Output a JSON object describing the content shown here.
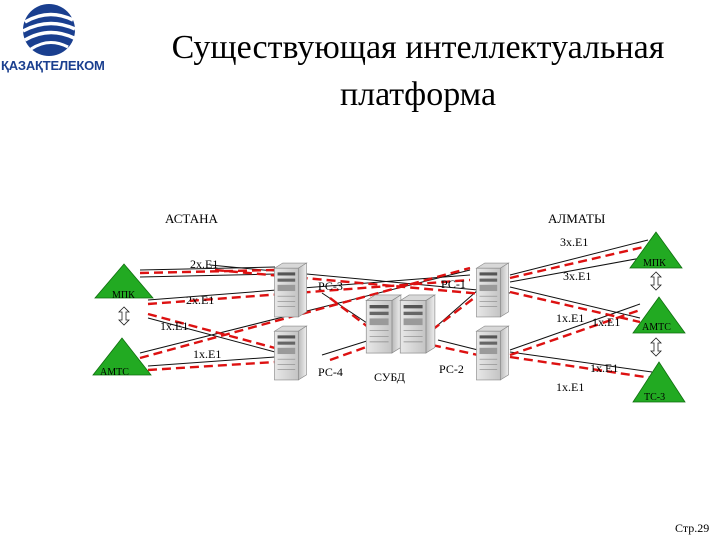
{
  "logo": {
    "company": "ҚАЗАҚТЕЛЕКОМ"
  },
  "title": {
    "line1": "Существующая интеллектуальная",
    "line2": "платформа"
  },
  "cities": {
    "left": "АСТАНА",
    "right": "АЛМАТЫ"
  },
  "nodes": {
    "mpk_left": "МПК",
    "amts_left": "АМТС",
    "mpk_right": "МПК",
    "amts_right": "АМТС",
    "ts3": "ТС-3"
  },
  "servers": {
    "rs3": "РС-3",
    "rs1": "РС-1",
    "rs4": "РС-4",
    "rs2": "РС-2",
    "subd": "СУБД"
  },
  "link_labels": {
    "l_2xe1_top": "2x.E1",
    "l_2xe1_mid": "2x.E1",
    "l_1xe1_left": "1x.E1",
    "l_1xe1_left_low": "1x.E1",
    "l_3xe1_top": "3x.E1",
    "l_3xe1_mid": "3x.E1",
    "l_1xe1_right_a": "1x.E1",
    "l_1xe1_right_b": "1x.E1",
    "l_1xe1_right_c": "1x.E1",
    "l_1xe1_right_d": "1x.E1"
  },
  "footer": {
    "page": "Стр.29"
  },
  "colors": {
    "triangle": "#22aa22",
    "dashed": "#dd1111",
    "logo_blue": "#1a3f8f"
  }
}
